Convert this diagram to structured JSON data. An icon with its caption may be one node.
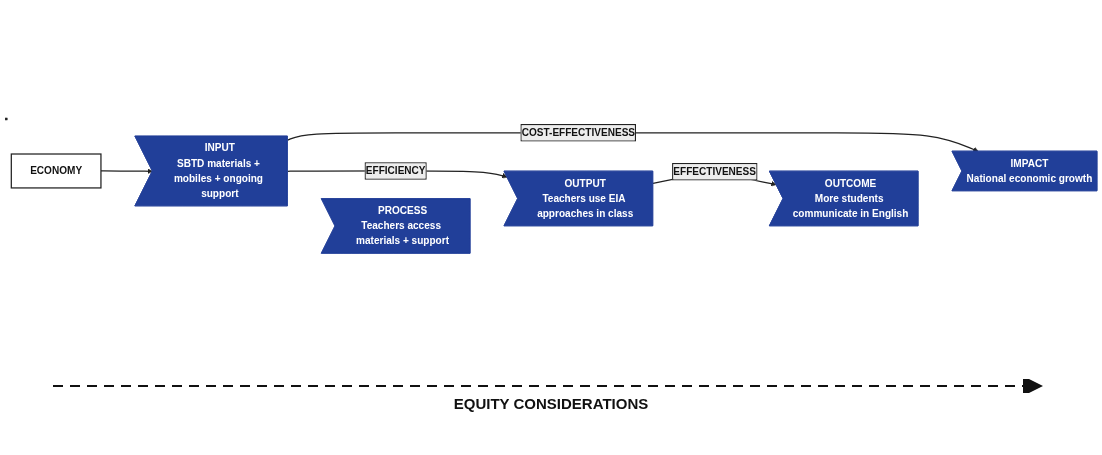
{
  "diagram": {
    "nodes": [
      {
        "text": [
          "ECONOMY"
        ]
      },
      {
        "text": [
          "INPUT",
          "SBTD materials + mobiles + ongoing support"
        ]
      },
      {
        "text": [
          "PROCESS",
          "Teachers access materials + support"
        ]
      },
      {
        "text": [
          "OUTPUT",
          "Teachers use EIA approaches in class"
        ]
      },
      {
        "text": [
          "OUTCOME",
          "More students communicate in English"
        ]
      },
      {
        "text": [
          "IMPACT",
          "National economic growth"
        ]
      }
    ],
    "edges": [
      {
        "from": 0,
        "to": 1,
        "arrow": "to"
      },
      {
        "from": 1,
        "to": 3,
        "arrow": "to",
        "label": "EFFICIENCY"
      },
      {
        "from": 3,
        "to": 4,
        "arrow": "to",
        "label": "EFFECTIVENESS"
      },
      {
        "from": 1,
        "to": 5,
        "arrow": "to",
        "label": "COST-EFFECTIVENESS"
      }
    ],
    "labels": [
      "EQUITY CONSIDERATIONS"
    ]
  }
}
